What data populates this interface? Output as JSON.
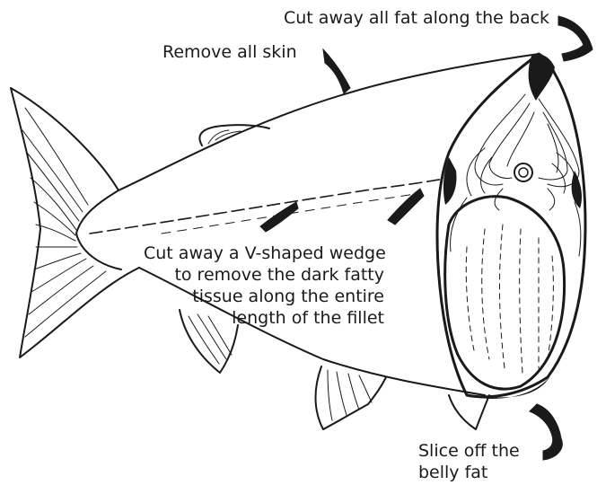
{
  "annotations": {
    "back_fat": "Cut away all fat along the back",
    "skin": "Remove all skin",
    "v_wedge": [
      "Cut away a V-shaped wedge",
      "to remove the dark fatty",
      "tissue along the entire",
      "length of the fillet"
    ],
    "belly_fat": [
      "Slice off the",
      "belly fat"
    ]
  },
  "colors": {
    "ink": "#1a1a1a",
    "background": "#ffffff"
  }
}
